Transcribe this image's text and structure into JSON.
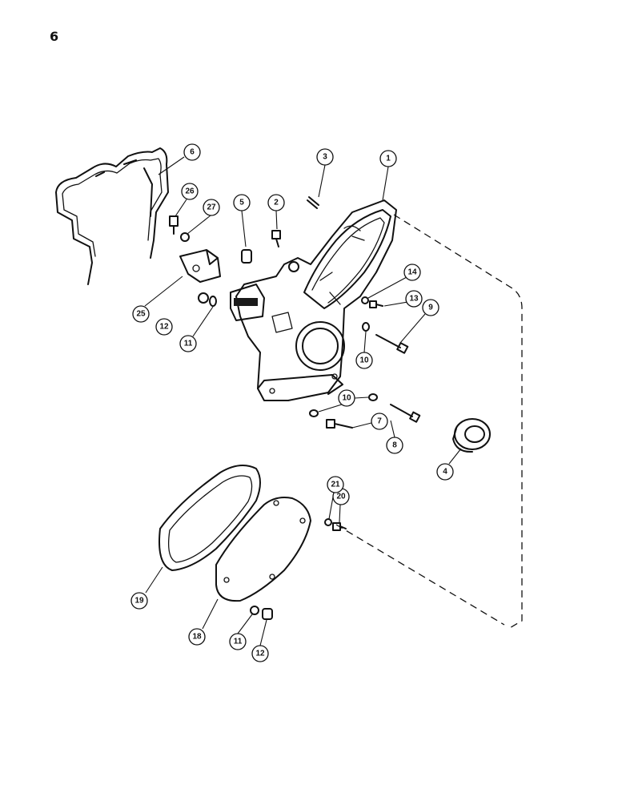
{
  "page": {
    "number": "6"
  },
  "callouts": [
    {
      "label": "1"
    },
    {
      "label": "2"
    },
    {
      "label": "3"
    },
    {
      "label": "4"
    },
    {
      "label": "5"
    },
    {
      "label": "6"
    },
    {
      "label": "7"
    },
    {
      "label": "8"
    },
    {
      "label": "9"
    },
    {
      "label": "10"
    },
    {
      "label": "10"
    },
    {
      "label": "11"
    },
    {
      "label": "12"
    },
    {
      "label": "13"
    },
    {
      "label": "14"
    },
    {
      "label": "18"
    },
    {
      "label": "19"
    },
    {
      "label": "20"
    },
    {
      "label": "21"
    },
    {
      "label": "25"
    },
    {
      "label": "26"
    },
    {
      "label": "27"
    },
    {
      "label": "11"
    },
    {
      "label": "12"
    }
  ]
}
